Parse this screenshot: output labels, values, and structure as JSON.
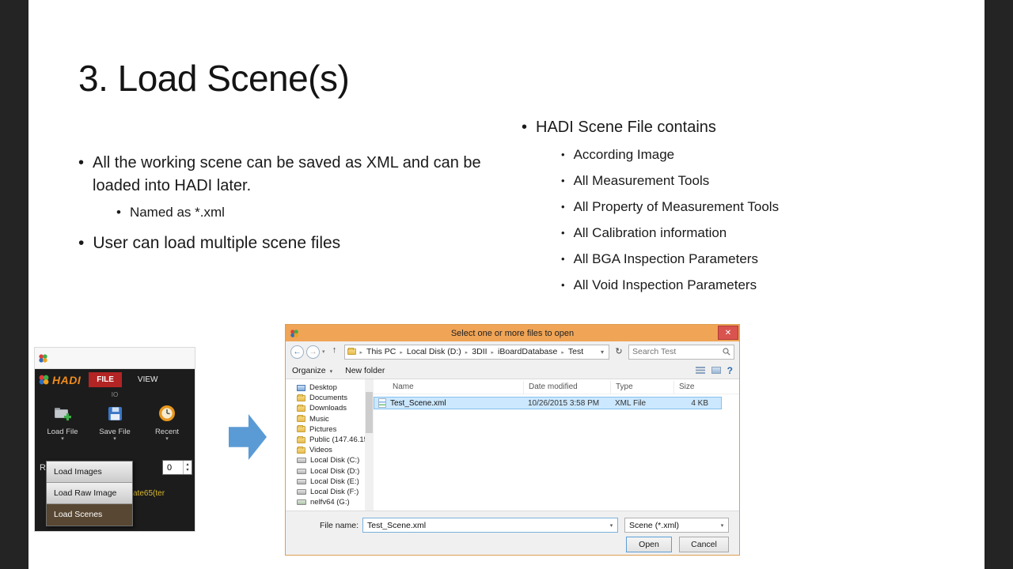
{
  "colors": {
    "accent-blue": "#5b9bd5",
    "titlebar-orange": "#f0a456",
    "close-red": "#d9534f",
    "selection-blue": "#cce8ff",
    "hadi-dark": "#1c1c1c",
    "file-tab-red": "#b32424",
    "menu-highlight-brown": "#584732",
    "hadi-yellow": "#d9b832",
    "brand-orange": "#ef8b1d"
  },
  "icons": {
    "close": "✕",
    "back": "←",
    "forward": "→",
    "up": "↑",
    "refresh": "↻",
    "caret_up": "▴",
    "caret_down": "▾",
    "help": "?"
  },
  "slide": {
    "title": "3. Load Scene(s)",
    "left": {
      "bullet1": "All the working scene can be saved as XML and can be loaded into HADI later.",
      "bullet1_sub": "Named as *.xml",
      "bullet2": "User can load multiple scene files"
    },
    "right": {
      "heading": "HADI Scene File contains",
      "items": [
        "According Image",
        "All Measurement Tools",
        "All Property of Measurement Tools",
        "All Calibration information",
        "All BGA Inspection Parameters",
        "All Void Inspection Parameters"
      ]
    }
  },
  "hadi": {
    "brand": "HADI",
    "tab_file": "FILE",
    "tab_view": "VIEW",
    "group_io": "IO",
    "btn_load": "Load File",
    "btn_save": "Save File",
    "btn_recent": "Recent",
    "partial_r": "R",
    "spinner_value": "0",
    "menu": [
      "Load Images",
      "Load Raw Image",
      "Load Scenes"
    ],
    "partial_yellow": "ate65(ter"
  },
  "dialog": {
    "title": "Select one or more files to open",
    "breadcrumb": [
      "This PC",
      "Local Disk (D:)",
      "3DII",
      "iBoardDatabase",
      "Test"
    ],
    "search_placeholder": "Search Test",
    "organize": "Organize",
    "new_folder": "New folder",
    "columns": [
      "Name",
      "Date modified",
      "Type",
      "Size"
    ],
    "file": {
      "name": "Test_Scene.xml",
      "date": "10/26/2015 3:58 PM",
      "type": "XML File",
      "size": "4 KB"
    },
    "sidebar": [
      "Desktop",
      "Documents",
      "Downloads",
      "Music",
      "Pictures",
      "Public (147.46.15",
      "Videos",
      "Local Disk (C:)",
      "Local Disk (D:)",
      "Local Disk (E:)",
      "Local Disk (F:)",
      "nelfv64 (G:)"
    ],
    "file_name_label": "File name:",
    "file_name_value": "Test_Scene.xml",
    "file_type_value": "Scene (*.xml)",
    "open_btn": "Open",
    "cancel_btn": "Cancel"
  }
}
